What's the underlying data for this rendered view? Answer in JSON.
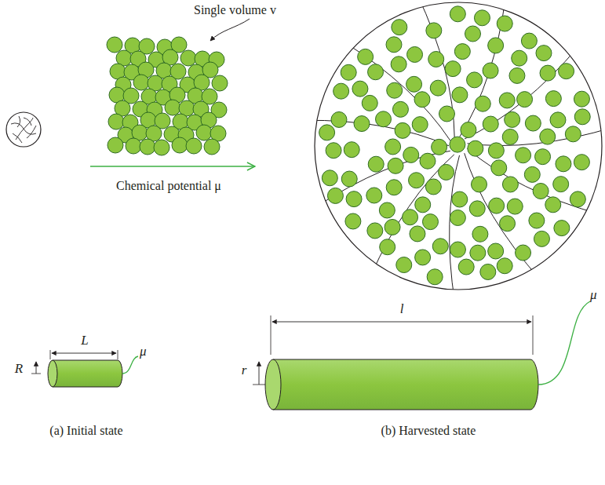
{
  "diagram": {
    "labels": [
      "Single volume v",
      "Chemical potential μ",
      "L",
      "R",
      "μ",
      "l",
      "r",
      "μ",
      "(a) Initial state",
      "(b) Harvested state"
    ]
  }
}
